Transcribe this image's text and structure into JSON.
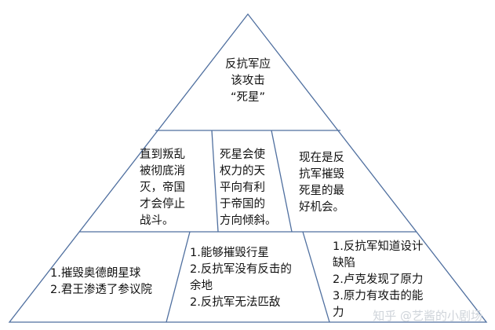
{
  "colors": {
    "outline": "#4f6f9f",
    "text": "#111111",
    "watermark": "#cfd4da"
  },
  "apex": {
    "lines": [
      "反抗军应",
      "该攻击",
      "“死星”"
    ]
  },
  "middle": {
    "left": {
      "lines": [
        "直到叛乱",
        "被彻底消",
        "灭，帝国",
        "才会停止",
        "战斗。"
      ]
    },
    "center": {
      "lines": [
        "死星会使",
        "权力的天",
        "平向有利",
        "于帝国的",
        "方向倾斜。"
      ]
    },
    "right": {
      "lines": [
        "现在是反",
        "抗军摧毁",
        "死星的最",
        "好机会。"
      ]
    }
  },
  "bottom": {
    "left": {
      "lines": [
        "1.摧毁奥德朗星球",
        "2.君王渗透了参议院"
      ]
    },
    "center": {
      "lines": [
        "1.能够摧毁行星",
        "2.反抗军没有反击的",
        "余地",
        "2.反抗军无法匹敌"
      ]
    },
    "right": {
      "lines": [
        "1.反抗军知道设计",
        "缺陷",
        "2.卢克发现了原力",
        "3.原力有攻击的能",
        "力"
      ]
    }
  },
  "watermark": "知乎 @艺酱的小剧场"
}
